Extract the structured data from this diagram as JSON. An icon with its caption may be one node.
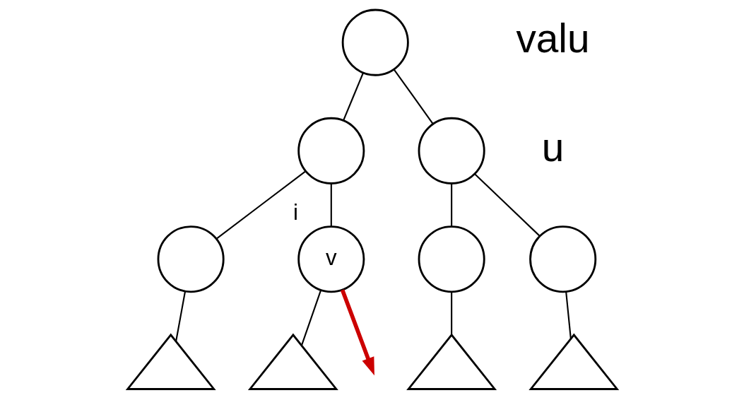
{
  "diagram": {
    "nodes": [
      {
        "text": [],
        "shape": "circle"
      },
      {
        "text": [],
        "shape": "circle"
      },
      {
        "text": [],
        "shape": "circle"
      },
      {
        "text": [],
        "shape": "circle"
      },
      {
        "text": [
          "v"
        ],
        "beside": [
          "i"
        ]
      },
      {
        "text": [],
        "shape": "circle"
      },
      {
        "text": [],
        "shape": "circle"
      },
      {
        "text": [],
        "shape": "triangle"
      },
      {
        "text": [],
        "shape": "triangle"
      },
      {
        "text": [],
        "shape": "triangle"
      },
      {
        "text": [],
        "shape": "triangle"
      }
    ],
    "edges": [
      {
        "from": 0,
        "to": 1,
        "arrow": "none"
      },
      {
        "from": 0,
        "to": 2,
        "arrow": "none"
      },
      {
        "from": 1,
        "to": 3,
        "arrow": "none"
      },
      {
        "from": 1,
        "to": 4,
        "arrow": "none"
      },
      {
        "from": 2,
        "to": 5,
        "arrow": "none"
      },
      {
        "from": 2,
        "to": 6,
        "arrow": "none"
      },
      {
        "from": 3,
        "to": 7,
        "arrow": "none"
      },
      {
        "from": 4,
        "to": 8,
        "arrow": "none"
      },
      {
        "from": 5,
        "to": 9,
        "arrow": "none"
      },
      {
        "from": 6,
        "to": 10,
        "arrow": "none"
      },
      {
        "from": 4,
        "to": null,
        "arrow": "to",
        "style": "thick",
        "color": "#cc0000"
      }
    ],
    "labels": [
      "valu",
      "u"
    ]
  }
}
